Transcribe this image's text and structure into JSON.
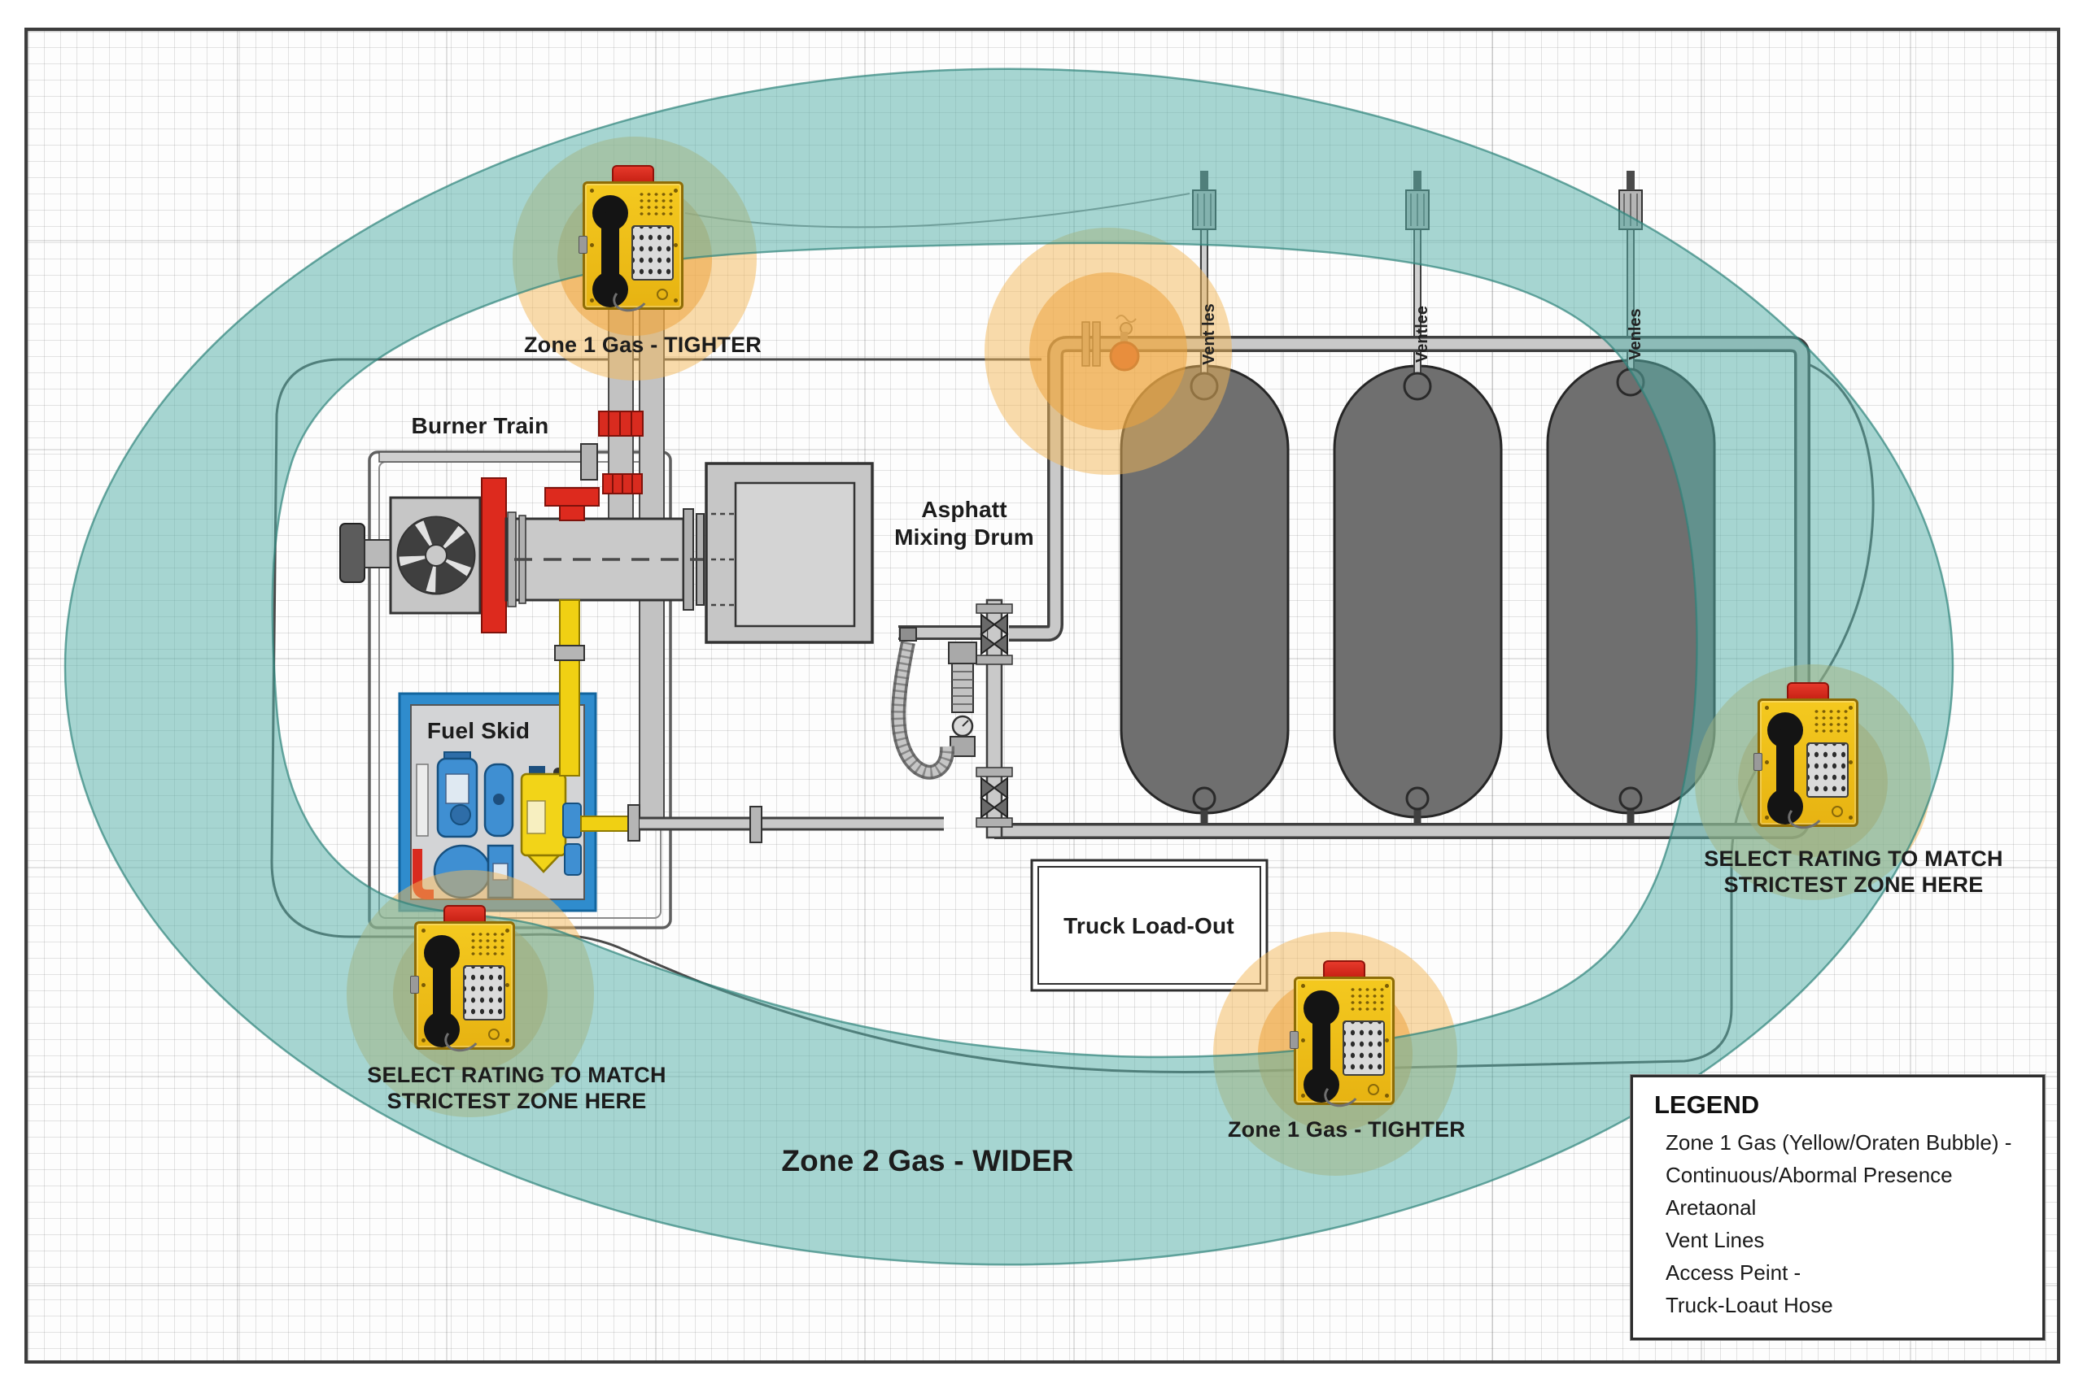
{
  "diagram_title": "Asphalt plant hazardous gas zone diagram",
  "labels": {
    "burner_train": "Burner Train",
    "fuel_skid": "Fuel Skid",
    "mixing_drum_line1": "Asphatt",
    "mixing_drum_line2": "Mixing Drum",
    "truck_loadout": "Truck Load-Out",
    "zone1_top": "Zone 1 Gas - TIGHTER",
    "zone1_bottom": "Zone 1 Gas - TIGHTER",
    "zone2": "Zone 2 Gas - WIDER",
    "select_rating_line1": "SELECT RATING TO MATCH",
    "select_rating_line2": "STRICTEST ZONE HERE"
  },
  "vent_labels": [
    "Vent les",
    "Ventlee",
    "Venles"
  ],
  "legend": {
    "title": "LEGEND",
    "lines": [
      "Zone 1 Gas (Yellow/Oraten Bubble) -",
      "Continuous/Abormal Presence",
      "Aretaonal",
      "Vent Lines",
      "Access Peint -",
      "Truck-Loaut Hose"
    ]
  },
  "colors": {
    "zone2_band": "#56b1a8",
    "zone1_bubble_outer": "#f4b858",
    "zone1_bubble_inner": "#eda43e",
    "phone_yellow": "#f0c01c",
    "beacon_red": "#d8271b",
    "tank_gray": "#6f6f6f",
    "pipe_gray": "#c9c9c9",
    "valve_red": "#d92b1f",
    "skid_blue": "#2f8ccd",
    "fuel_yellow": "#f0d013"
  }
}
